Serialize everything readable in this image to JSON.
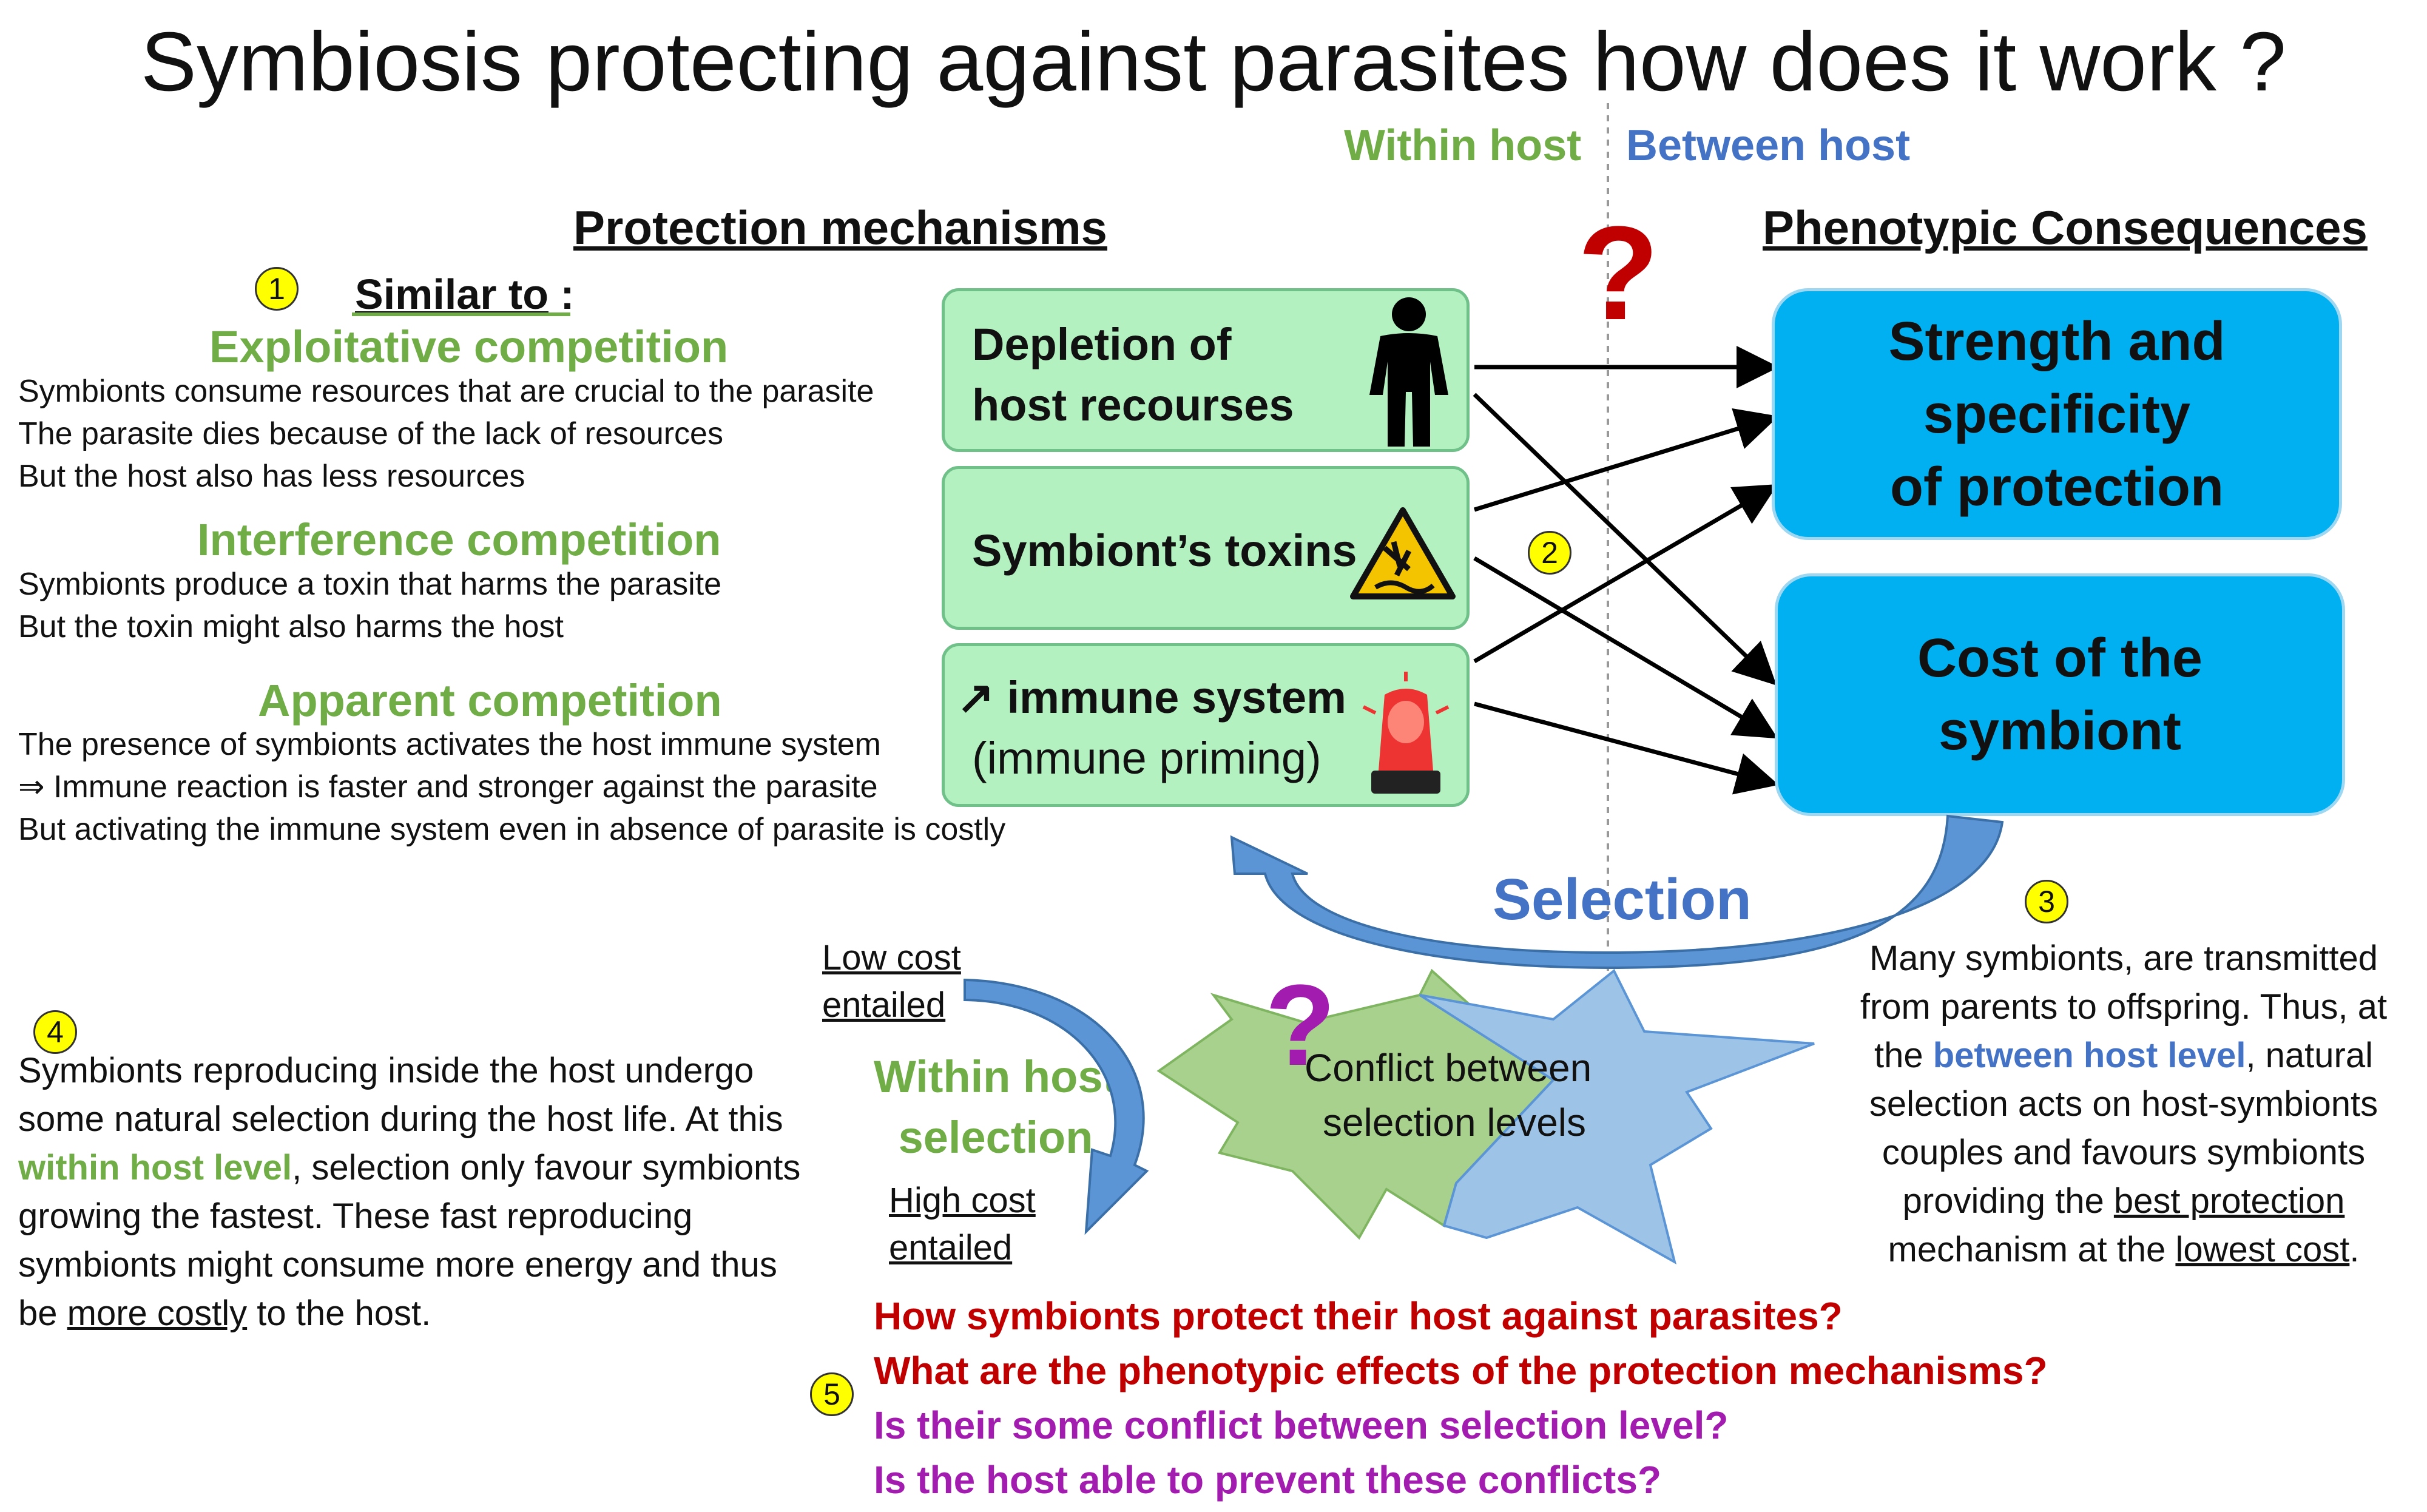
{
  "title": "Symbiosis protecting against parasites how does it work ?",
  "levels": {
    "within": "Within host",
    "between": "Between host"
  },
  "headers": {
    "mechanisms": "Protection mechanisms",
    "consequences": "Phenotypic Consequences"
  },
  "question_mark": "?",
  "section1": {
    "num": "1",
    "similar_to": "Similar to",
    "similar_colon": " :",
    "exploitative": {
      "title": "Exploitative competition",
      "lines": [
        "Symbionts consume resources that are crucial to the parasite",
        "The parasite dies because of the lack of resources",
        "But the host also has less resources"
      ]
    },
    "interference": {
      "title": "Interference competition",
      "lines": [
        "Symbionts produce a toxin that harms the parasite",
        "But the toxin might also harms the host"
      ]
    },
    "apparent": {
      "title": "Apparent competition",
      "lines": [
        "The presence of symbionts activates the host immune system",
        "⇒   Immune reaction is faster and stronger against the parasite",
        "But activating the immune system even in absence of parasite  is costly"
      ]
    }
  },
  "mechanisms": {
    "depletion": [
      "Depletion of",
      "host recourses"
    ],
    "toxins": "Symbiont’s toxins",
    "immune_arrow": "↗",
    "immune_line1": "immune system",
    "immune_line2": "(immune priming)"
  },
  "consequences": {
    "strength": [
      "Strength and",
      "specificity",
      "of protection"
    ],
    "cost": [
      "Cost of the",
      "symbiont"
    ]
  },
  "num2": "2",
  "selection": "Selection",
  "section3": {
    "num": "3",
    "l1": "Many symbionts, are transmitted",
    "l2": "from parents to offspring. Thus, at",
    "l3a": "the ",
    "l3b": "between host level",
    "l3c": ", natural",
    "l4": "selection acts on host-symbionts",
    "l5": "couples and favours symbionts",
    "l6a": "providing the ",
    "l6b": "best protection",
    "l7a": "mechanism at the ",
    "l7b": "lowest cost",
    "l7c": "."
  },
  "section4": {
    "num": "4",
    "l1": "Symbionts reproducing inside the host undergo",
    "l2": "some natural selection during the host life. At this",
    "l3a": "within host level",
    "l3b": ", selection only favour symbionts",
    "l4": "growing the fastest. These fast reproducing",
    "l5": "symbionts might consume more energy and thus",
    "l6a": "be ",
    "l6b": "more costly",
    "l6c": " to the host."
  },
  "within_selection": {
    "low1": "Low cost",
    "low2": "entailed",
    "label1": "Within host",
    "label2": "selection",
    "high1": "High cost",
    "high2": "entailed"
  },
  "conflict": {
    "q": "?",
    "l1": "Conflict  between",
    "l2": "selection  levels"
  },
  "section5": {
    "num": "5",
    "q1": "How symbionts protect their host against parasites?",
    "q2": "What are the phenotypic effects of the protection mechanisms?",
    "q3": "Is their some conflict between selection level?",
    "q4": "Is the host able to prevent these conflicts?"
  },
  "colors": {
    "green": "#70ad47",
    "blue": "#4472c4",
    "red": "#c00000",
    "purple": "#a21caf",
    "box_green": "#b3f2c0",
    "box_blue": "#00b0f0"
  }
}
